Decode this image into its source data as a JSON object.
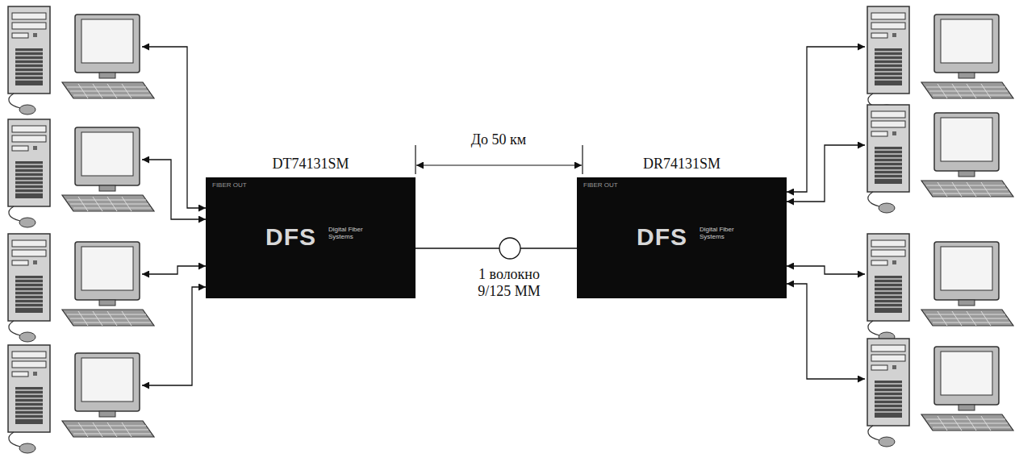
{
  "diagram": {
    "nodes": [
      {
        "text": [
          "DT74131SM",
          "FIBER OUT",
          "DFS",
          "Digital Fiber Systems"
        ]
      },
      {
        "text": [
          "DR74131SM",
          "FIBER OUT",
          "DFS",
          "Digital Fiber Systems"
        ]
      }
    ],
    "edges": [
      {
        "from": 0,
        "to": 1,
        "arrow": "none"
      }
    ],
    "labels": [
      "До 50 км",
      "1 волокно 9/125 MM"
    ]
  }
}
